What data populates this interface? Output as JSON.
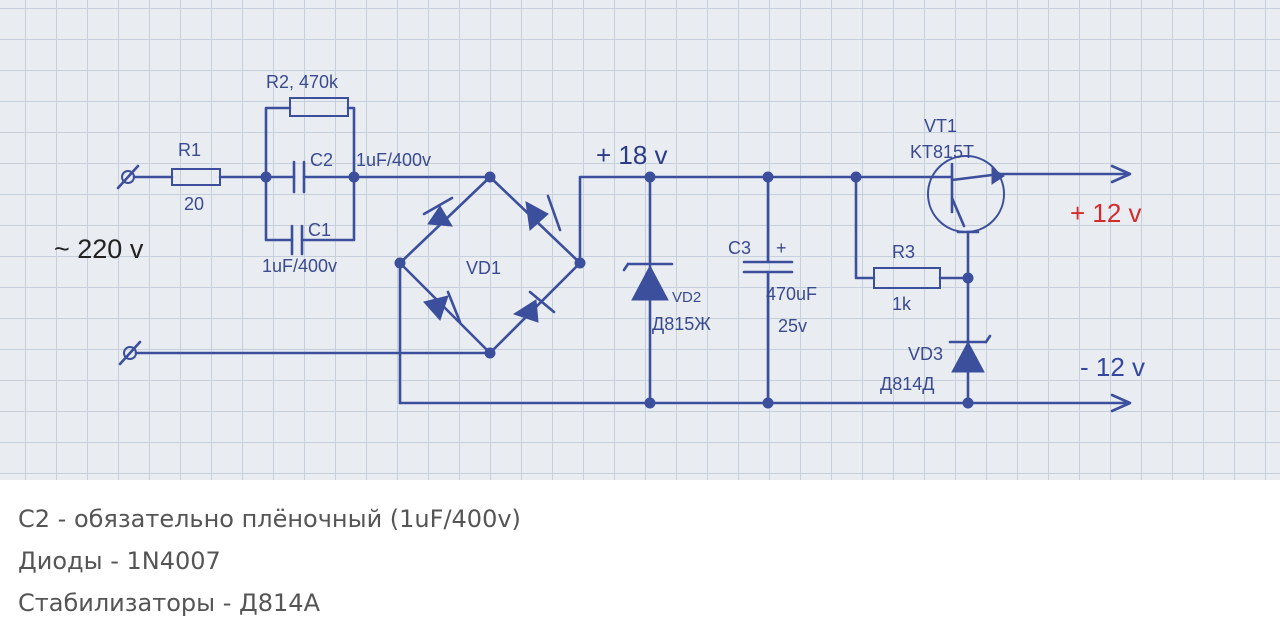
{
  "labels": {
    "r1": "R1",
    "r1_value": "20",
    "r2": "R2, 470k",
    "c2": "C2",
    "c2_value": "1uF/400v",
    "c1": "C1",
    "c1_value": "1uF/400v",
    "input_voltage": "~ 220 v",
    "vd1": "VD1",
    "plus18": "+ 18 v",
    "vd2": "VD2",
    "vd2_part": "Д815Ж",
    "c3": "C3",
    "c3_plus": "+",
    "c3_cap": "470uF",
    "c3_voltage": "25v",
    "vt1": "VT1",
    "vt1_part": "KT815T",
    "r3": "R3",
    "r3_value": "1k",
    "vd3": "VD3",
    "vd3_part": "Д814Д",
    "out_plus": "+ 12 v",
    "out_minus": "- 12 v"
  },
  "colors": {
    "ink": "#3c4f9c",
    "output_plus": "#d22b2b",
    "output_minus": "#3346a0",
    "paper": "#e9edf2",
    "grid": "#c6d0dc"
  },
  "notes": [
    "C2 - обязательно плёночный (1uF/400v)",
    "Диоды - 1N4007",
    "Стабилизаторы - Д814А"
  ]
}
